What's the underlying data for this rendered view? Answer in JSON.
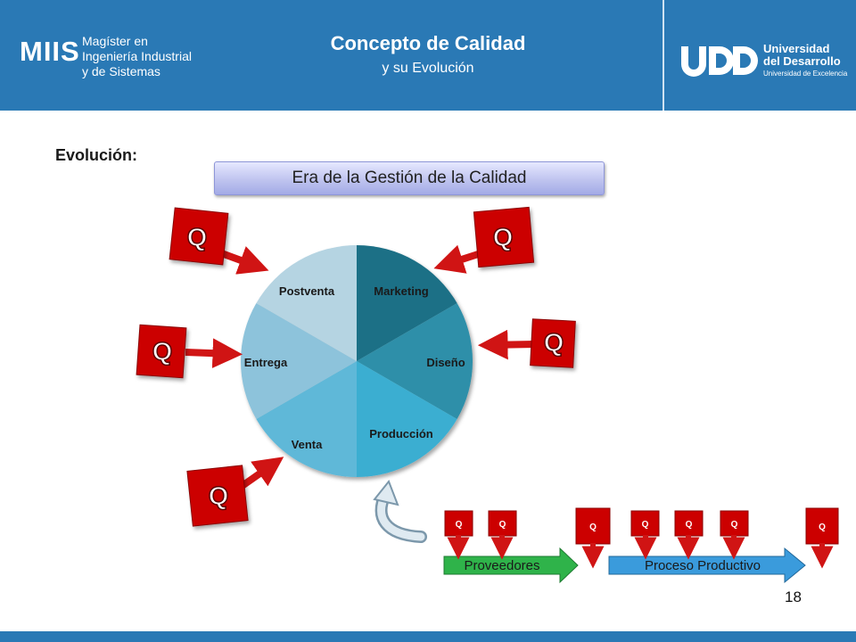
{
  "header": {
    "logo_text": "MIIS",
    "logo_sub": [
      "Magíster en",
      "Ingeniería Industrial",
      "y de Sistemas"
    ],
    "title": "Concepto de Calidad",
    "subtitle": "y su Evolución",
    "university": [
      "Universidad",
      "del Desarrollo"
    ],
    "university_tagline": "Universidad de Excelencia"
  },
  "section_label": "Evolución:",
  "era_banner": "Era de la Gestión de la Calidad",
  "cycle_segments": [
    "Marketing",
    "Diseño",
    "Producción",
    "Venta",
    "Entrega",
    "Postventa"
  ],
  "q_label": "Q",
  "process": {
    "stage1": "Proveedores",
    "stage2": "Proceso Productivo"
  },
  "page_number": "18",
  "colors": {
    "header_blue": "#2a79b5",
    "q_red": "#cc0000",
    "arrow_red": "#d01414",
    "proveedores_green": "#2fb34a",
    "proceso_blue": "#3a9bdc"
  }
}
